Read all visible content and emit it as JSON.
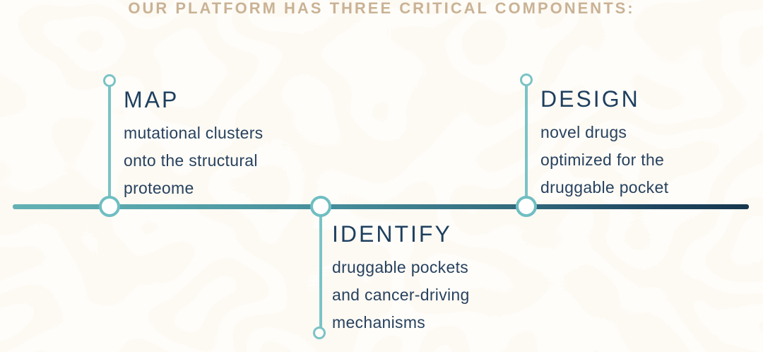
{
  "title": "OUR PLATFORM HAS THREE CRITICAL COMPONENTS:",
  "timeline": {
    "components": [
      {
        "heading": "MAP",
        "lines": [
          "mutational clusters",
          "onto the structural",
          "proteome"
        ],
        "orientation": "above-line"
      },
      {
        "heading": "IDENTIFY",
        "lines": [
          "druggable pockets",
          "and cancer-driving",
          "mechanisms"
        ],
        "orientation": "below-line"
      },
      {
        "heading": "DESIGN",
        "lines": [
          "novel drugs",
          "optimized for the",
          "druggable pocket"
        ],
        "orientation": "above-line"
      }
    ]
  },
  "colors": {
    "background": "#fffdf9",
    "pattern_band": "#faf1e4",
    "title_text": "#c9b295",
    "heading_text": "#1e3f5e",
    "body_text": "#27425f",
    "stem_teal": "#7ac3c6",
    "node_ring_teal": "#6fbec2",
    "node_fill": "#ffffff",
    "axis_gradient_start": "#64b1b5",
    "axis_gradient_mid": "#458b99",
    "axis_gradient_end": "#16374e"
  }
}
